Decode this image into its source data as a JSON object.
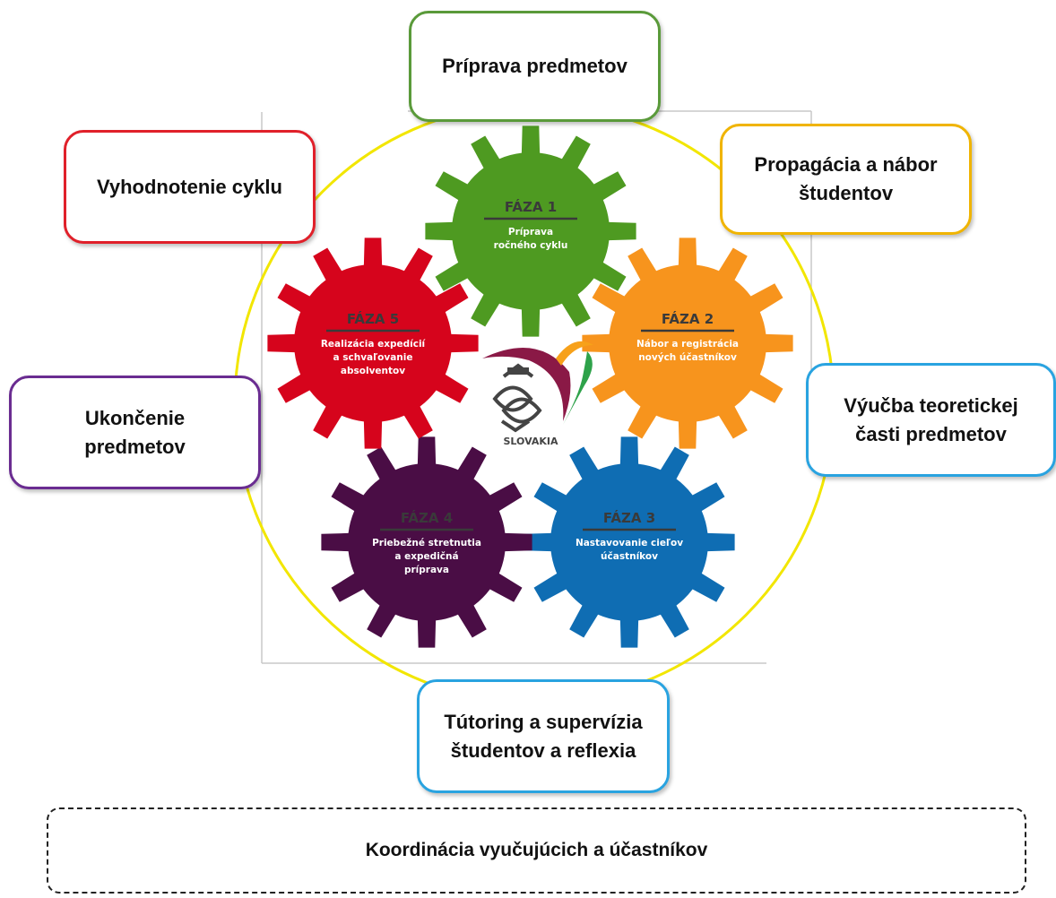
{
  "diagram": {
    "outer_steps": [
      {
        "id": "priprava-predmetov",
        "label": "Príprava predmetov",
        "color": "#5a9a3a"
      },
      {
        "id": "propagacia",
        "label": "Propagácia a nábor\nštudentov",
        "color": "#f0b400"
      },
      {
        "id": "vyucba",
        "label": "Výučba teoretickej\nčasti predmetov",
        "color": "#29a3e0"
      },
      {
        "id": "tutoring",
        "label": "Tútoring a supervízia\nštudentov a reflexia",
        "color": "#29a3e0"
      },
      {
        "id": "ukoncenie",
        "label": "Ukončenie\npredmetov",
        "color": "#6a2c91"
      },
      {
        "id": "vyhodnotenie",
        "label": "Vyhodnotenie cyklu",
        "color": "#e0202a"
      }
    ],
    "phases": [
      {
        "id": "faza-1",
        "title": "FÁZA 1",
        "lines": [
          "Príprava",
          "ročného cyklu"
        ],
        "color": "#4e9a21",
        "text_color": "#ffffff",
        "title_color": "#3a3a3a"
      },
      {
        "id": "faza-2",
        "title": "FÁZA 2",
        "lines": [
          "Nábor a registrácia",
          "nových účastníkov"
        ],
        "color": "#f7941d",
        "text_color": "#ffffff",
        "title_color": "#3a3a3a"
      },
      {
        "id": "faza-3",
        "title": "FÁZA 3",
        "lines": [
          "Nastavovanie cieľov",
          "účastníkov"
        ],
        "color": "#0f6db3",
        "text_color": "#ffffff",
        "title_color": "#3a3a3a"
      },
      {
        "id": "faza-4",
        "title": "FÁZA 4",
        "lines": [
          "Priebežné stretnutia",
          "a expedičná",
          "príprava"
        ],
        "color": "#4a0d45",
        "text_color": "#ffffff",
        "title_color": "#3a3a3a"
      },
      {
        "id": "faza-5",
        "title": "FÁZA 5",
        "lines": [
          "Realizácia expedícií",
          "a schvaľovanie",
          "absolventov"
        ],
        "color": "#d6041c",
        "text_color": "#ffffff",
        "title_color": "#3a3a3a"
      }
    ],
    "center_logo": {
      "text": "SLOVAKIA",
      "icon": "award-emblem-icon"
    },
    "cycle_ring_color": "#f2e600",
    "footer": "Koordinácia vyučujúcich a účastníkov"
  }
}
